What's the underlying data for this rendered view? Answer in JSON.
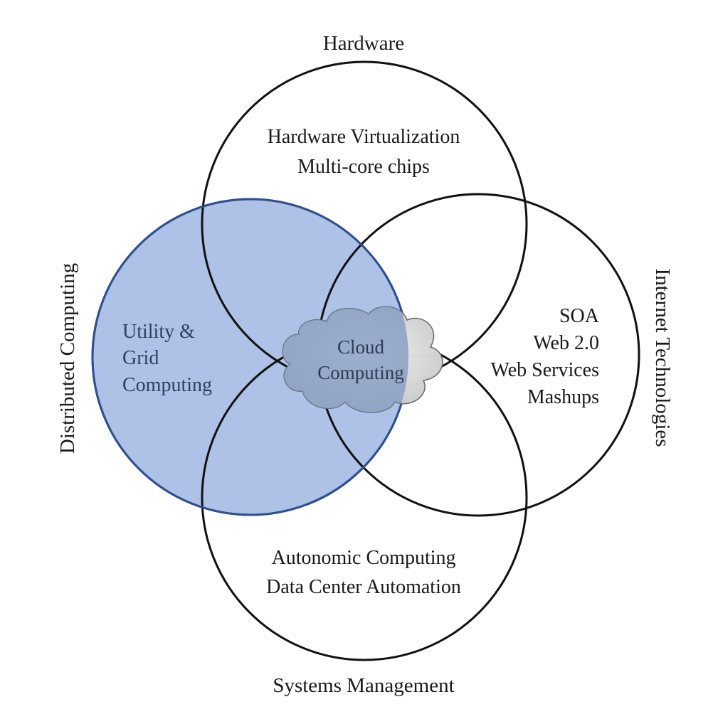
{
  "diagram": {
    "outer_labels": {
      "top": "Hardware",
      "bottom": "Systems Management",
      "left": "Distributed Computing",
      "right": "Internet Technologies"
    },
    "circles": {
      "top": {
        "lines": [
          "Hardware Virtualization",
          "Multi-core chips"
        ]
      },
      "bottom": {
        "lines": [
          "Autonomic Computing",
          "Data Center Automation"
        ]
      },
      "left": {
        "lines": [
          "Utility &",
          "Grid",
          "Computing"
        ]
      },
      "right": {
        "lines": [
          "SOA",
          "Web 2.0",
          "Web Services",
          "Mashups"
        ]
      }
    },
    "center": {
      "lines": [
        "Cloud",
        "Computing"
      ]
    },
    "colors": {
      "highlight_fill": "#adc2e6",
      "highlight_stroke": "#2f4f8f",
      "circle_stroke": "#111111",
      "cloud_fill": "#8ea4c8"
    }
  }
}
